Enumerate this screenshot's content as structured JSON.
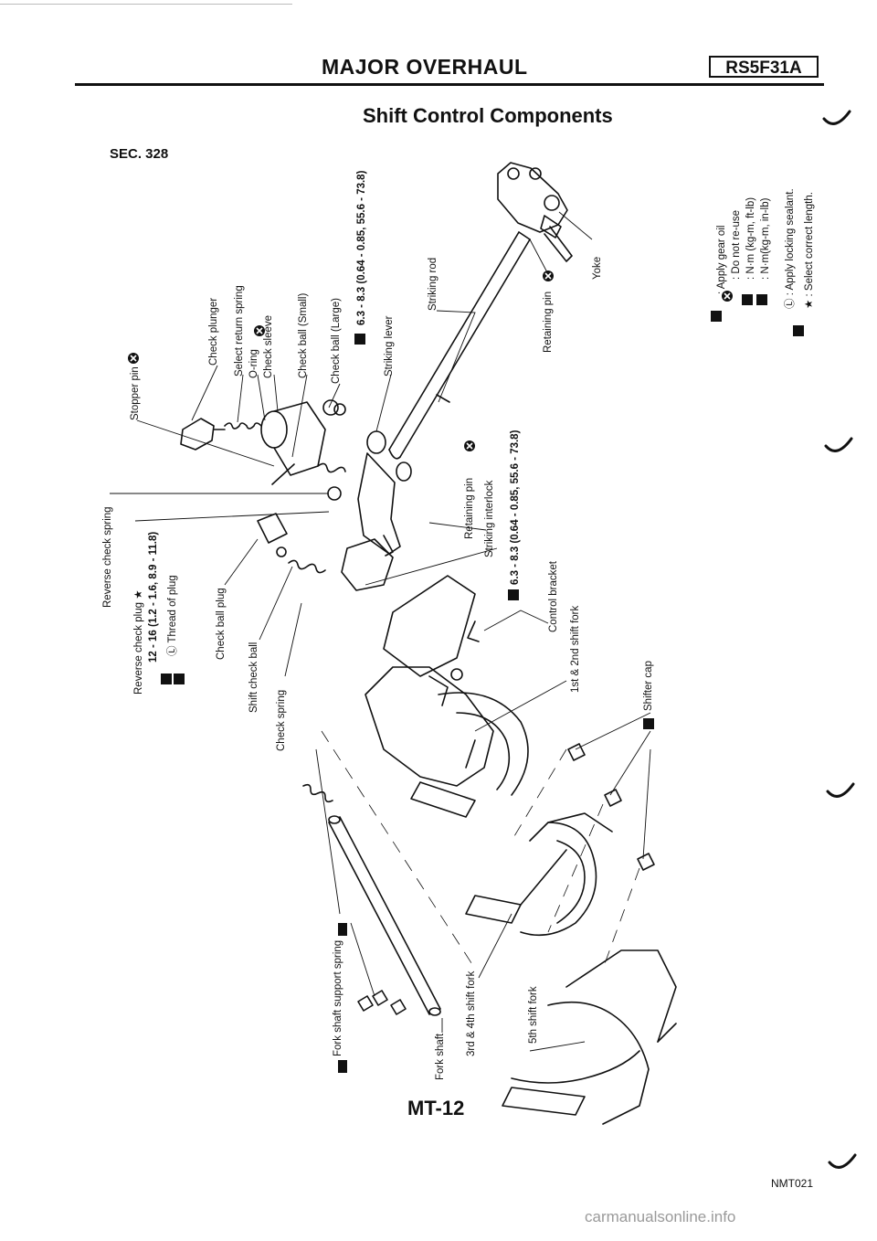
{
  "header": {
    "section_title": "MAJOR OVERHAUL",
    "model_code": "RS5F31A"
  },
  "figure": {
    "title": "Shift Control Components",
    "sec_code": "SEC. 328",
    "figure_id": "NMT021"
  },
  "labels": {
    "stopper_pin": "Stopper pin",
    "reverse_check_spring": "Reverse check spring",
    "reverse_check_plug": "Reverse check plug ★",
    "plug_torque": "12 - 16 (1.2 - 1.6, 8.9 - 11.8)",
    "thread_of_plug": "Ⓛ Thread of plug",
    "check_plunger": "Check plunger",
    "select_return_spring": "Select return spring",
    "o_ring": "O-ring",
    "check_sleeve": "Check sleeve",
    "check_ball_small": "Check ball (Small)",
    "check_ball_large": "Check ball (Large)",
    "torque_top": "6.3 - 8.3 (0.64 - 0.85, 55.6 - 73.8)",
    "striking_lever": "Striking lever",
    "striking_rod": "Striking rod",
    "retaining_pin_upper": "Retaining pin",
    "yoke": "Yoke",
    "check_ball_plug": "Check ball plug",
    "shift_check_ball": "Shift check ball",
    "check_spring": "Check spring",
    "retaining_pin_lower": "Retaining pin",
    "striking_interlock": "Striking interlock",
    "torque_mid": "6.3 - 8.3 (0.64 - 0.85, 55.6 - 73.8)",
    "control_bracket": "Control bracket",
    "shift_fork_1st_2nd": "1st & 2nd shift fork",
    "shifter_cap": "Shifter cap",
    "fork_shaft_support_spring": "Fork shaft support spring",
    "fork_shaft": "Fork shaft",
    "shift_fork_3rd_4th": "3rd & 4th shift fork",
    "shift_fork_5th": "5th shift fork"
  },
  "legend": [
    {
      "symbol": "gear-oil",
      "text": ": Apply gear oil"
    },
    {
      "symbol": "no-reuse",
      "text": ": Do not re-use"
    },
    {
      "symbol": "torque-nm",
      "text": ": N·m (kg-m, ft-lb)"
    },
    {
      "symbol": "torque-nm-in",
      "text": ": N·m(kg-m, in-lb)"
    },
    {
      "symbol": "locking-sealant",
      "text": "Ⓛ : Apply locking sealant."
    },
    {
      "symbol": "star",
      "text": "★ : Select correct length."
    }
  ],
  "page": {
    "number": "MT-12",
    "footer_brand": "carmanualsonline.info"
  },
  "colors": {
    "ink": "#111111",
    "paper": "#ffffff",
    "watermark": "#9a9a9a"
  }
}
